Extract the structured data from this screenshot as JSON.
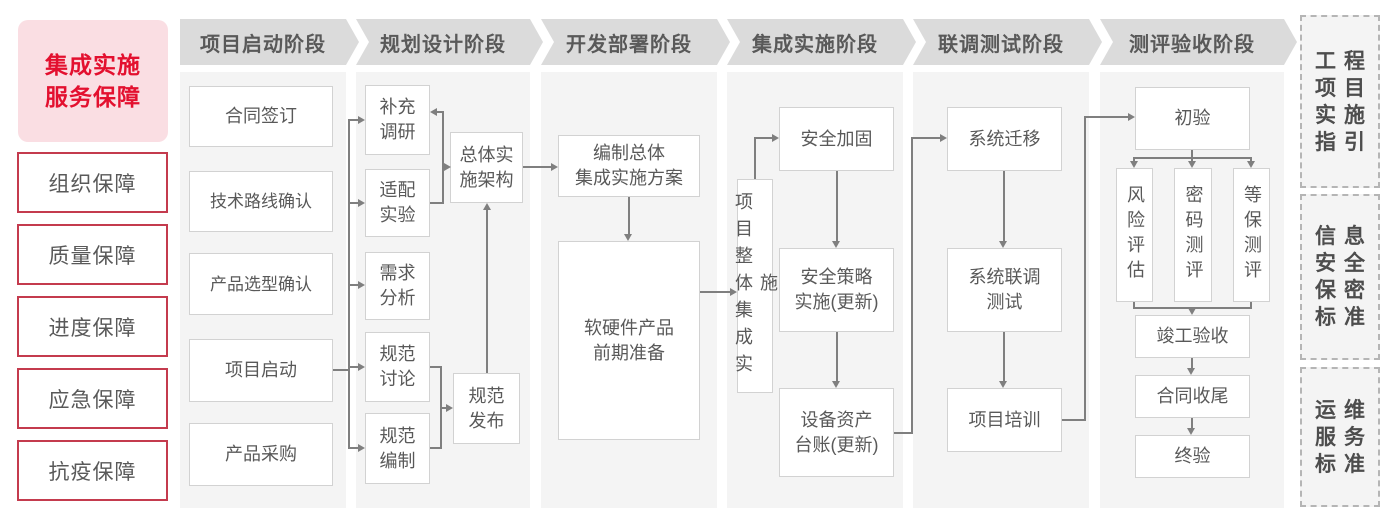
{
  "sidebar": {
    "title": "集成实施\n服务保障",
    "items": [
      "组织保障",
      "质量保障",
      "进度保障",
      "应急保障",
      "抗疫保障"
    ]
  },
  "phases": [
    {
      "header": "项目启动阶段",
      "boxes": [
        "合同签订",
        "技术路线确认",
        "产品选型确认",
        "项目启动",
        "产品采购"
      ]
    },
    {
      "header": "规划设计阶段",
      "boxes": [
        "补充\n调研",
        "适配\n实验",
        "需求\n分析",
        "规范\n讨论",
        "规范\n编制",
        "总体实\n施架构",
        "规范\n发布"
      ]
    },
    {
      "header": "开发部署阶段",
      "boxes": [
        "编制总体\n集成实施方案",
        "软硬件产品\n前期准备"
      ]
    },
    {
      "header": "集成实施阶段",
      "boxes": [
        "项目整体集成实施",
        "安全加固",
        "安全策略\n实施(更新)",
        "设备资产\n台账(更新)"
      ]
    },
    {
      "header": "联调测试阶段",
      "boxes": [
        "系统迁移",
        "系统联调\n测试",
        "项目培训"
      ]
    },
    {
      "header": "测评验收阶段",
      "boxes": [
        "初验",
        "风险评估",
        "密码测评",
        "等保测评",
        "竣工验收",
        "合同收尾",
        "终验"
      ]
    }
  ],
  "standards": [
    "工程\n项目\n实施\n指引",
    "信息\n安全\n保密\n标准",
    "运维\n服务\n标准"
  ],
  "colors": {
    "accent_red": "#e3102f",
    "border_red": "#c43b4e",
    "pink_bg": "#fadee3",
    "gray_text": "#595959",
    "header_bg": "#dbdbdb",
    "strip_bg": "#f4f4f4",
    "line": "#7f7f7f"
  }
}
